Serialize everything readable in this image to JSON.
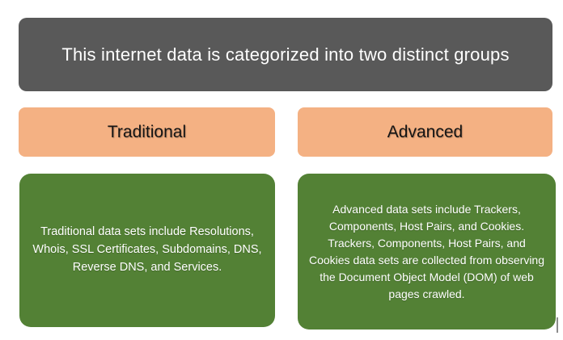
{
  "header": {
    "title": "This internet data is categorized into two distinct groups"
  },
  "columns": [
    {
      "id": "traditional",
      "label": "Traditional",
      "description": "Traditional data sets include Resolutions, Whois, SSL Certificates, Subdomains, DNS, Reverse DNS, and Services."
    },
    {
      "id": "advanced",
      "label": "Advanced",
      "description": "Advanced data sets include Trackers, Components, Host Pairs, and Cookies. Trackers, Components, Host Pairs, and Cookies data sets are collected from observing the Document Object Model (DOM) of web pages crawled."
    }
  ],
  "colors": {
    "background": "#FFFFFF",
    "header_bg": "#595959",
    "header_text": "#FFFFFF",
    "label_bg": "#F4B183",
    "label_text": "#141414",
    "description_bg": "#538135",
    "description_text": "#FFFFFF",
    "cursor": "#8C8C8C"
  }
}
